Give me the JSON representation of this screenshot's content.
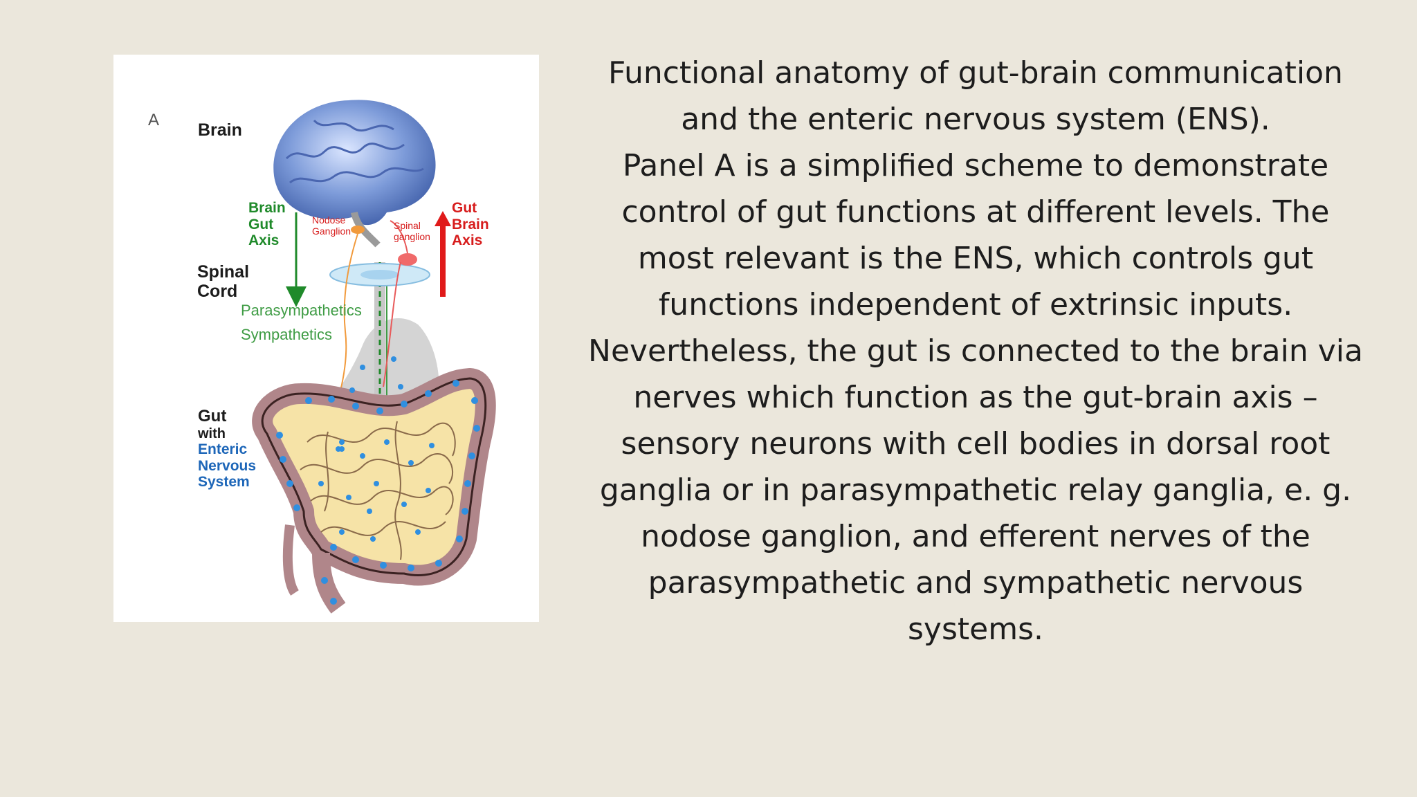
{
  "figure": {
    "panel_letter": "A",
    "labels": {
      "brain": "Brain",
      "brain_gut_axis": [
        "Brain",
        "Gut",
        "Axis"
      ],
      "nodose_ganglion": [
        "Nodose",
        "Ganglion"
      ],
      "spinal_ganglion": [
        "Spinal",
        "ganglion"
      ],
      "gut_brain_axis": [
        "Gut",
        "Brain",
        "Axis"
      ],
      "spinal_cord": [
        "Spinal",
        "Cord"
      ],
      "parasympathetics": "Parasympathetics",
      "sympathetics": "Sympathetics",
      "gut_with_ens": [
        "Gut",
        "with",
        "Enteric",
        "Nervous",
        "System"
      ]
    },
    "colors": {
      "brain": "#6f8fd0",
      "brain_gut_arrow": "#1f8a2a",
      "gut_brain_arrow": "#e01a1a",
      "intestine_fill": "#f6e3a7",
      "intestine_wall": "#b0868a",
      "enteric_neurons": "#2f8fe0",
      "stomach": "#c9c9c9"
    }
  },
  "description": {
    "title": "Functional anatomy of gut-brain communication and the enteric nervous system (ENS).",
    "body": "Panel A is a simplified scheme to demonstrate control of gut functions at different levels. The most relevant is the ENS, which controls gut functions independent of extrinsic inputs. Nevertheless, the gut is connected to the brain via nerves which function as the gut-brain axis –",
    "body2": "sensory neurons with cell bodies in dorsal root ganglia or in parasympathetic relay ganglia, e. g. nodose ganglion, and efferent nerves of the parasympathetic and sympathetic nervous systems."
  }
}
